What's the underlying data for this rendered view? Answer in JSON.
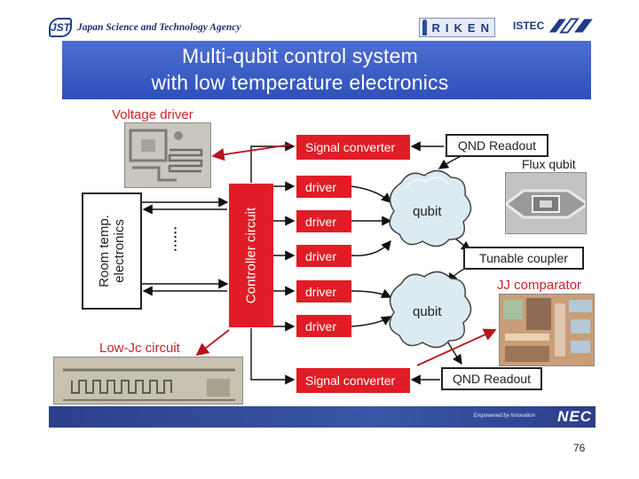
{
  "header": {
    "jst_mark": "JST",
    "jst_name": "Japan Science and Technology Agency",
    "riken": "RIKEN",
    "istec": "ISTEC"
  },
  "title": {
    "line1": "Multi-qubit control system",
    "line2": "with low temperature electronics"
  },
  "diagram": {
    "room_label": "Room temp.\nelectronics",
    "controller_label": "Controller circuit",
    "signal_converter_top": "Signal converter",
    "signal_converter_bottom": "Signal converter",
    "drivers": [
      "driver",
      "driver",
      "driver",
      "driver",
      "driver"
    ],
    "qnd_top": "QND Readout",
    "qnd_bottom": "QND Readout",
    "qubit_top": "qubit",
    "qubit_bottom": "qubit",
    "tunable_coupler": "Tunable coupler",
    "flux_qubit": "Flux qubit",
    "jj_comparator": "JJ comparator",
    "voltage_driver": "Voltage driver",
    "lowjc_circuit": "Low-Jc circuit",
    "ellipsis": "......"
  },
  "footer": {
    "tagline": "Empowered by Innovation",
    "brand": "NEC",
    "page_number": "76"
  },
  "colors": {
    "accent_red": "#e01d26",
    "title_blue": "#3656c0",
    "caption_red": "#d0202a"
  }
}
